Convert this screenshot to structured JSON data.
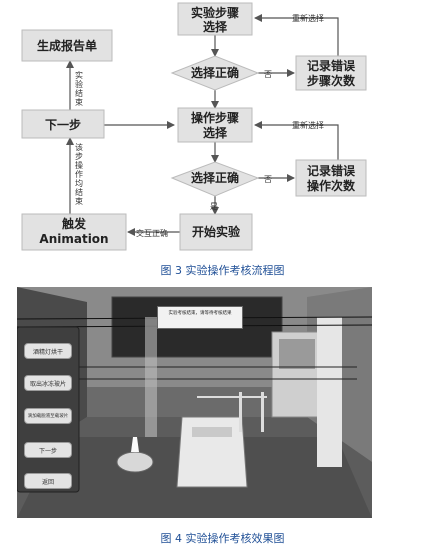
{
  "figure3": {
    "caption": "图 3  实验操作考核流程图",
    "nodes": {
      "select_step": "实验步骤\n选择",
      "check_select": "选择正确",
      "record_step_err": "记录错误\n步骤次数",
      "operate_step": "操作步骤\n选择",
      "check_operate": "选择正确",
      "record_op_err": "记录错误\n操作次数",
      "start_exp": "开始实验",
      "trigger_anim": "触发\nAnimation",
      "next_step": "下一步",
      "gen_report": "生成报告单"
    },
    "edge_labels": {
      "reselect_top": "重新选择",
      "reselect_mid": "重新选择",
      "no_top": "否",
      "no_mid": "否",
      "yes": "是",
      "interact_correct": "交互正确",
      "step_ops_done": "该步操作均结束",
      "exp_done": "实验结束"
    }
  },
  "figure4": {
    "caption": "图 4  实验操作考核效果图",
    "menu_buttons": [
      "酒精灯烘干",
      "取出冰冻玻片",
      "滴加载脱液至载玻片",
      "下一步",
      "返回"
    ],
    "notice": "实验考核结束，请等待考核结果"
  }
}
